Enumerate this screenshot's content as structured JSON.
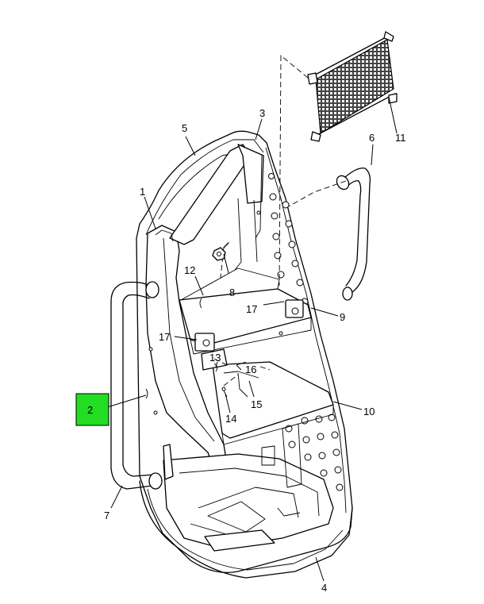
{
  "callouts": {
    "c1": "1",
    "c2": "2",
    "c3": "3",
    "c4": "4",
    "c5": "5",
    "c6": "6",
    "c7": "7",
    "c8": "8",
    "c9": "9",
    "c10": "10",
    "c11": "11",
    "c12": "12",
    "c13": "13",
    "c14": "14",
    "c15": "15",
    "c16": "16",
    "c17a": "17",
    "c17b": "17"
  },
  "highlight": {
    "color": "#22dd22",
    "selected_callout": "2"
  }
}
